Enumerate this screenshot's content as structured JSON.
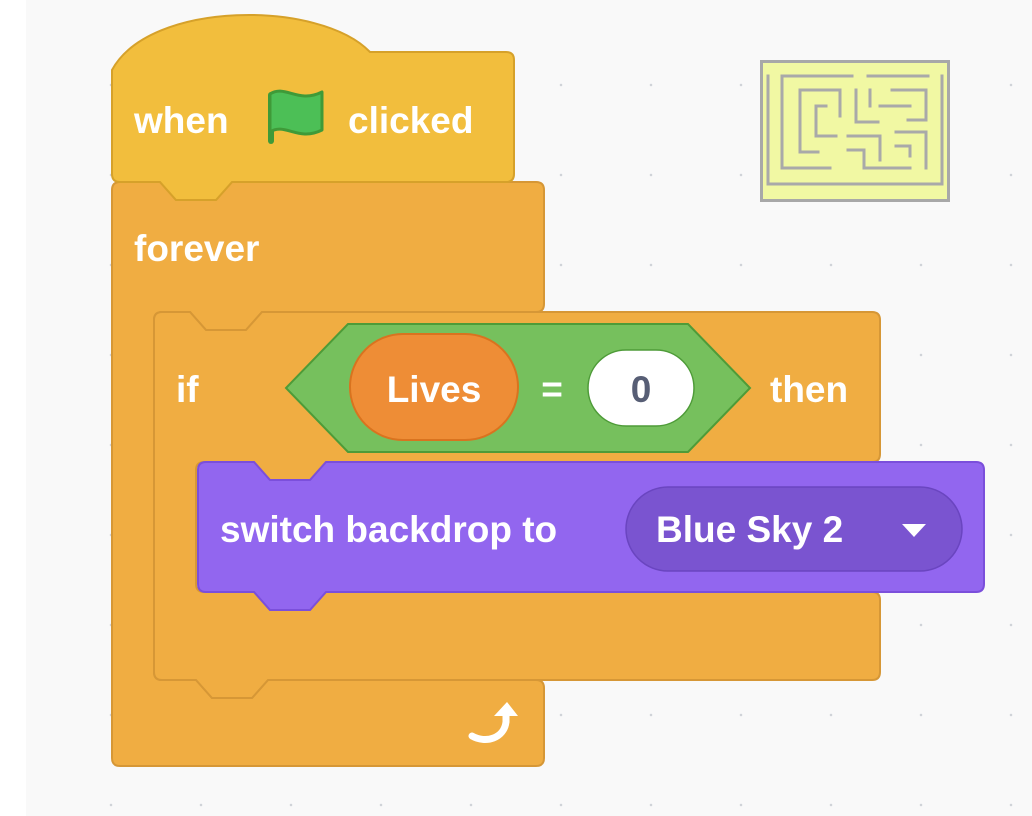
{
  "script": {
    "hat": {
      "when_label": "when",
      "flag_icon": "green-flag-icon",
      "clicked_label": "clicked"
    },
    "forever": {
      "label": "forever",
      "loop_icon": "loop-arrow-icon"
    },
    "if_block": {
      "if_label": "if",
      "then_label": "then",
      "condition": {
        "operator": "=",
        "left_variable": "Lives",
        "right_value": "0"
      }
    },
    "looks_block": {
      "label": "switch backdrop to",
      "selected_backdrop": "Blue Sky 2",
      "dropdown_icon": "dropdown-arrow-icon"
    }
  },
  "sprite_thumbnail": {
    "icon": "maze-icon"
  },
  "colors": {
    "events": "#f2be3d",
    "events_border": "#d6a12a",
    "control": "#f0ad42",
    "control_border": "#d69736",
    "operators": "#76c05d",
    "operators_border": "#4e9b38",
    "variables": "#ee8d36",
    "variables_border": "#d9731f",
    "looks": "#9266ef",
    "looks_border": "#7b4fdb",
    "looks_reporter": "#7a54d0",
    "maze_bg": "#f1f8a3"
  }
}
